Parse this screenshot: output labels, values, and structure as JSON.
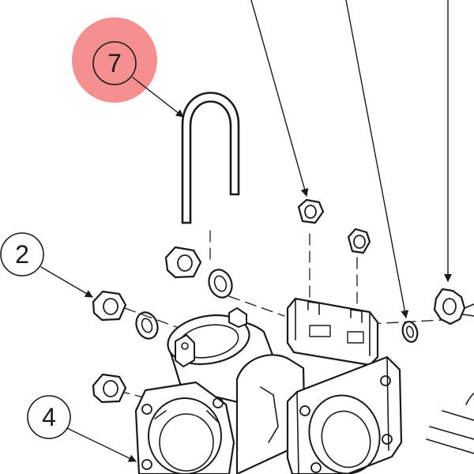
{
  "callouts": [
    {
      "id": "callout-7",
      "label": "7",
      "highlighted": true
    },
    {
      "id": "callout-2",
      "label": "2",
      "highlighted": false
    },
    {
      "id": "callout-4",
      "label": "4",
      "highlighted": false
    }
  ],
  "colors": {
    "highlight": "#f47c7c",
    "ink": "#1a1a1a",
    "background": "#ffffff"
  }
}
